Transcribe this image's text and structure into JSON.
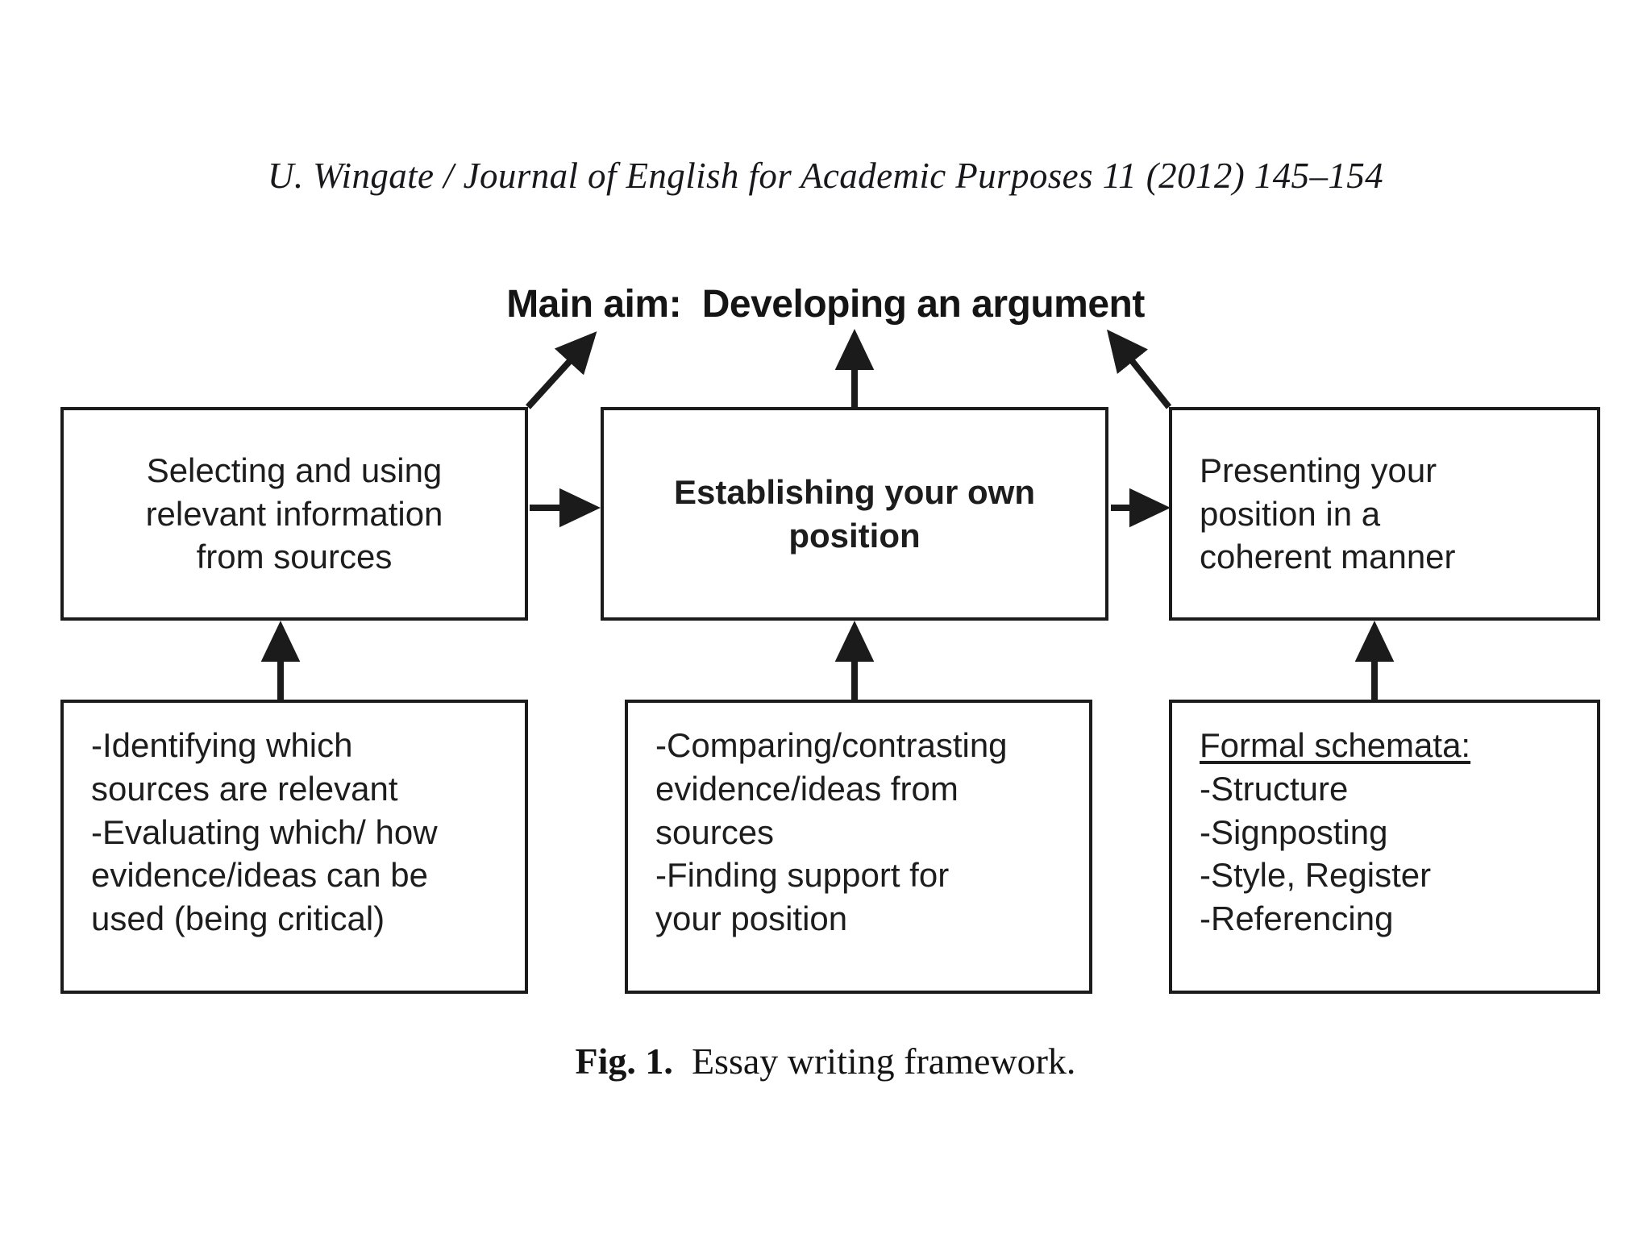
{
  "running_head": "U. Wingate / Journal of English for Academic Purposes 11 (2012) 145–154",
  "main_aim": "Main aim:  Developing an argument",
  "figure": {
    "caption_number": "Fig. 1.",
    "caption_text": "  Essay writing framework.",
    "boxes": {
      "select": {
        "lines": [
          "Selecting and using",
          "relevant information",
          "from sources"
        ]
      },
      "establish": {
        "lines": [
          "Establishing your own",
          "position"
        ]
      },
      "present": {
        "lines": [
          "Presenting your",
          "position in a",
          "coherent manner"
        ]
      },
      "select_detail": {
        "lines": [
          "-Identifying which",
          "sources are relevant",
          "-Evaluating which/ how",
          "evidence/ideas can be",
          "used (being critical)"
        ]
      },
      "establish_detail": {
        "lines": [
          "-Comparing/contrasting",
          "evidence/ideas from",
          "sources",
          "-Finding support for",
          "your position"
        ]
      },
      "present_detail": {
        "heading": "Formal schemata:",
        "lines": [
          "-Structure",
          "-Signposting",
          "-Style, Register",
          "-Referencing"
        ]
      }
    },
    "arrows": [
      {
        "name": "select-to-main-aim",
        "kind": "diagonal-up-right"
      },
      {
        "name": "establish-to-main-aim",
        "kind": "vertical-up"
      },
      {
        "name": "present-to-main-aim",
        "kind": "diagonal-up-left"
      },
      {
        "name": "select-to-establish",
        "kind": "horizontal-right"
      },
      {
        "name": "establish-to-present",
        "kind": "horizontal-right"
      },
      {
        "name": "select-detail-to-select",
        "kind": "vertical-up"
      },
      {
        "name": "establish-detail-to-establish",
        "kind": "vertical-up"
      },
      {
        "name": "present-detail-to-present",
        "kind": "vertical-up"
      }
    ]
  },
  "colors": {
    "page_background": "#ffffff",
    "ink": "#1b1b1b",
    "text": "#1d1d1d"
  }
}
